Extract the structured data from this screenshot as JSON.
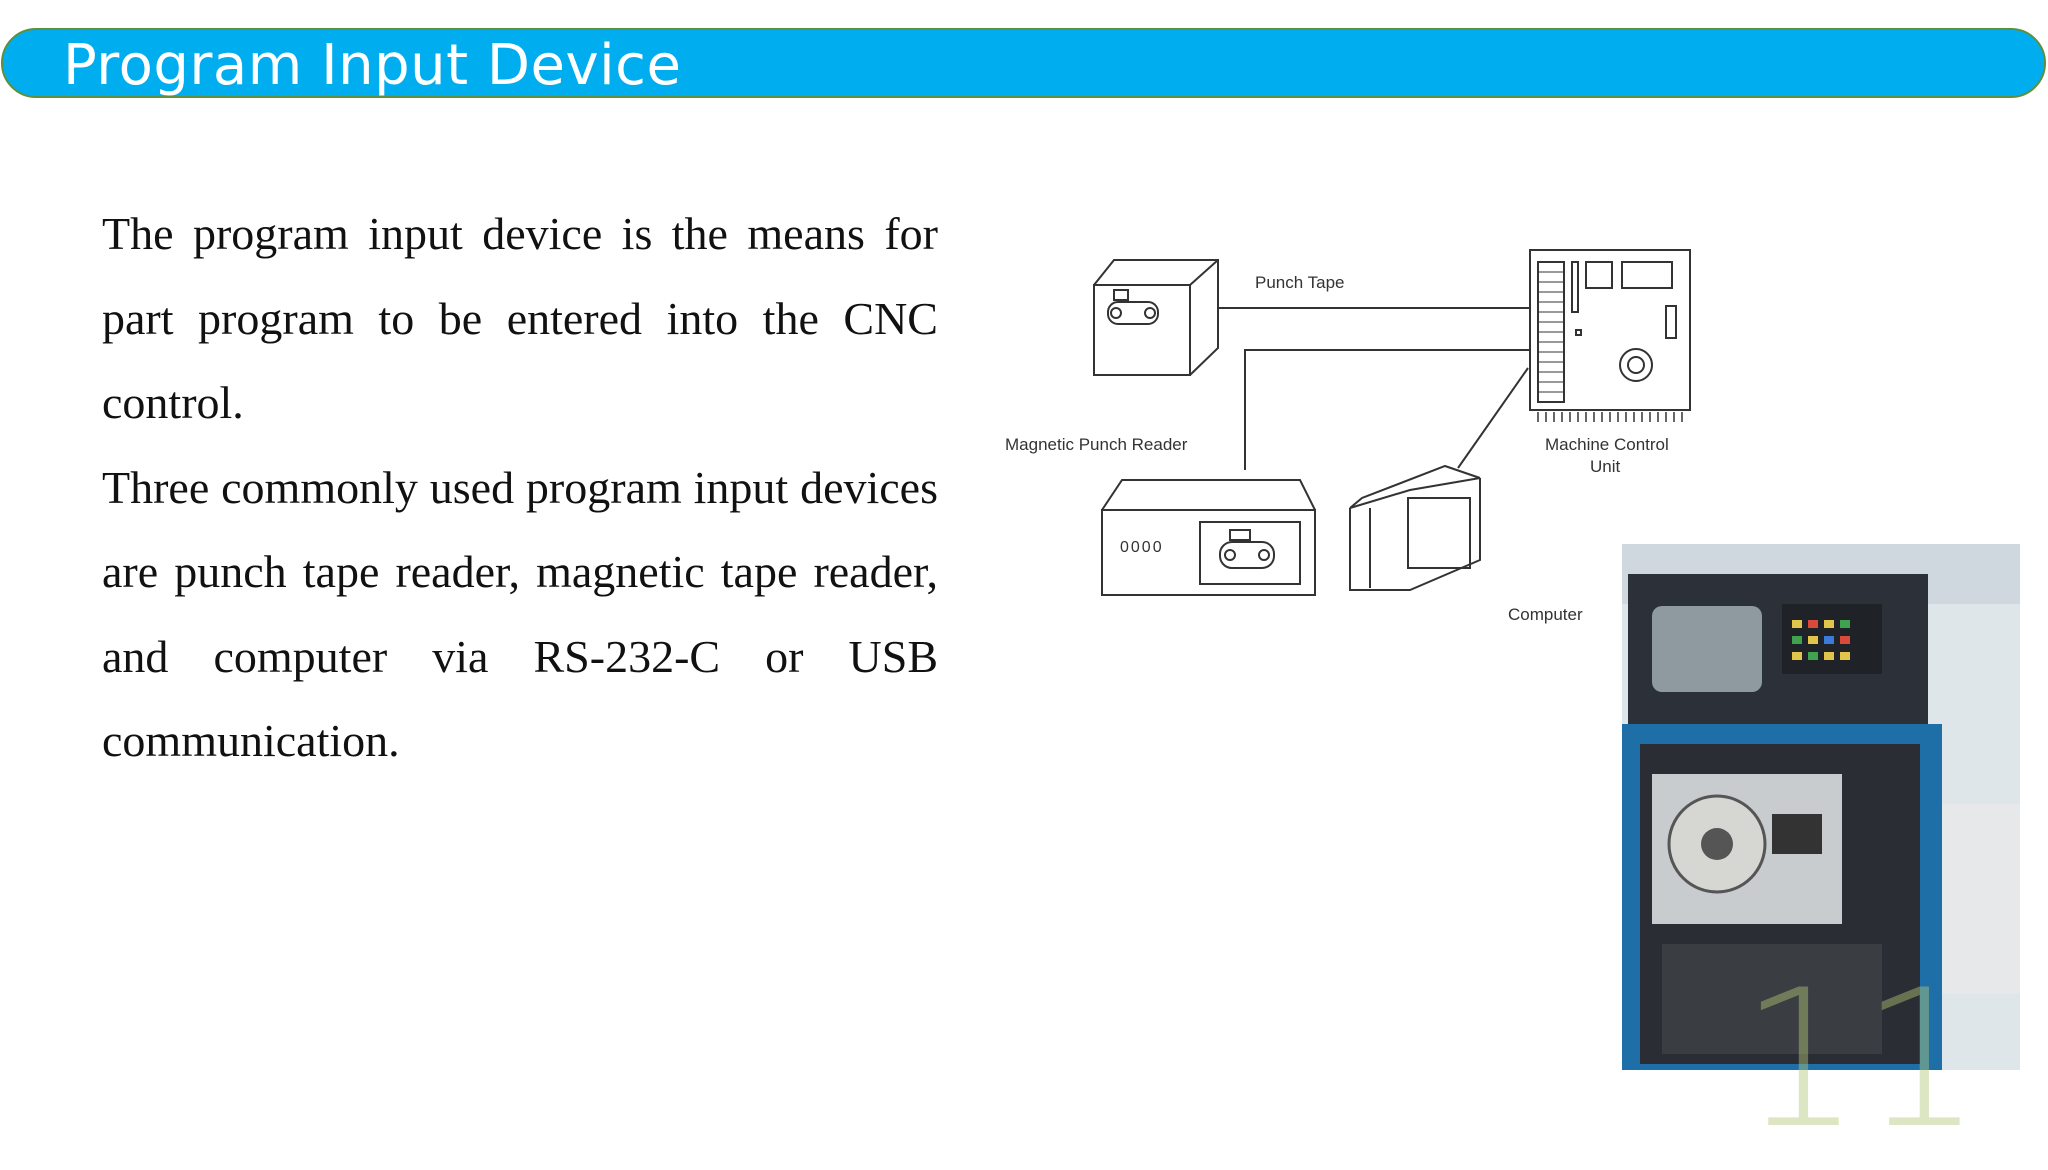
{
  "slide": {
    "title": "Program Input Device",
    "paragraphs": [
      "The program input device is the means for part program to be entered into the CNC control.",
      "Three commonly used program input devices are punch tape reader, magnetic tape reader, and computer via RS-232-C or USB communication."
    ],
    "page_number": "11"
  },
  "diagram": {
    "labels": {
      "punch_tape": "Punch Tape",
      "magnetic_reader": "Magnetic Punch Reader",
      "mcu_line1": "Machine Control",
      "mcu_line2": "Unit",
      "computer": "Computer"
    },
    "reader_indicator": "0000"
  },
  "colors": {
    "title_bar": "#00aeef",
    "title_border": "#5e8f3c",
    "title_text": "#ffffff",
    "body_text": "#111111",
    "page_number": "#b4c878"
  }
}
